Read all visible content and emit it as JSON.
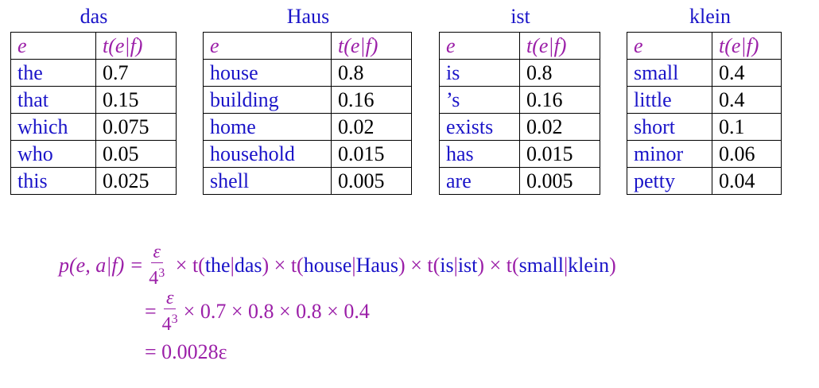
{
  "tables": [
    {
      "title": "das",
      "header": [
        "e",
        "t(e|f)"
      ],
      "rows": [
        [
          "the",
          "0.7"
        ],
        [
          "that",
          "0.15"
        ],
        [
          "which",
          "0.075"
        ],
        [
          "who",
          "0.05"
        ],
        [
          "this",
          "0.025"
        ]
      ]
    },
    {
      "title": "Haus",
      "header": [
        "e",
        "t(e|f)"
      ],
      "rows": [
        [
          "house",
          "0.8"
        ],
        [
          "building",
          "0.16"
        ],
        [
          "home",
          "0.02"
        ],
        [
          "household",
          "0.015"
        ],
        [
          "shell",
          "0.005"
        ]
      ]
    },
    {
      "title": "ist",
      "header": [
        "e",
        "t(e|f)"
      ],
      "rows": [
        [
          "is",
          "0.8"
        ],
        [
          "’s",
          "0.16"
        ],
        [
          "exists",
          "0.02"
        ],
        [
          "has",
          "0.015"
        ],
        [
          "are",
          "0.005"
        ]
      ]
    },
    {
      "title": "klein",
      "header": [
        "e",
        "t(e|f)"
      ],
      "rows": [
        [
          "small",
          "0.4"
        ],
        [
          "little",
          "0.4"
        ],
        [
          "short",
          "0.1"
        ],
        [
          "minor",
          "0.06"
        ],
        [
          "petty",
          "0.04"
        ]
      ]
    }
  ],
  "formula": {
    "lhs": "p(e, a|f) =",
    "frac_num": "ε",
    "frac_den_base": "4",
    "frac_den_exp": "3",
    "line1_terms": [
      {
        "pre": "× t(",
        "word": "the",
        "mid": "|",
        "word2": "das",
        "post": ")"
      },
      {
        "pre": "× t(",
        "word": "house",
        "mid": "|",
        "word2": "Haus",
        "post": ")"
      },
      {
        "pre": "× t(",
        "word": "is",
        "mid": "|",
        "word2": "ist",
        "post": ")"
      },
      {
        "pre": "× t(",
        "word": "small",
        "mid": "|",
        "word2": "klein",
        "post": ")"
      }
    ],
    "line2_rest": "× 0.7 × 0.8 × 0.8 × 0.4",
    "line3": "= 0.0028ε",
    "eq": "="
  }
}
